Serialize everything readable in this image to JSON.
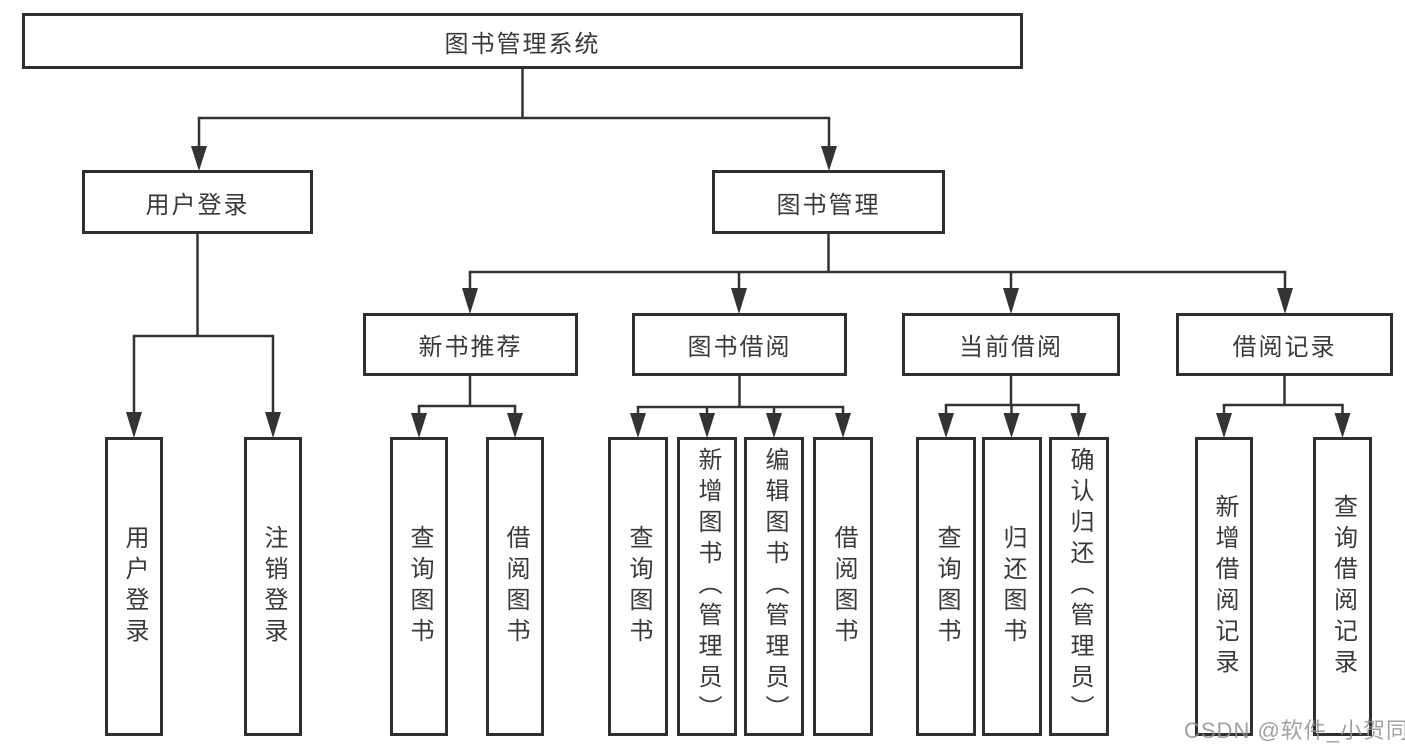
{
  "tree": {
    "root": {
      "label": "图书管理系统"
    },
    "branches": [
      {
        "label": "用户登录",
        "children": [
          {
            "label": "用户登录"
          },
          {
            "label": "注销登录"
          }
        ]
      },
      {
        "label": "图书管理",
        "children": [
          {
            "label": "新书推荐",
            "children": [
              {
                "label": "查询图书"
              },
              {
                "label": "借阅图书"
              }
            ]
          },
          {
            "label": "图书借阅",
            "children": [
              {
                "label": "查询图书"
              },
              {
                "label": "新增图书（管理员）"
              },
              {
                "label": "编辑图书（管理员）"
              },
              {
                "label": "借阅图书"
              }
            ]
          },
          {
            "label": "当前借阅",
            "children": [
              {
                "label": "查询图书"
              },
              {
                "label": "归还图书"
              },
              {
                "label": "确认归还（管理员）"
              }
            ]
          },
          {
            "label": "借阅记录",
            "children": [
              {
                "label": "新增借阅记录"
              },
              {
                "label": "查询借阅记录"
              }
            ]
          }
        ]
      }
    ]
  },
  "watermark": {
    "text": "CSDN @软件_小贺同学"
  },
  "colors": {
    "line": "#333333",
    "box_border": "#2f2f2f",
    "text": "#3a3a3a",
    "background": "#ffffff",
    "watermark": "#919191"
  }
}
